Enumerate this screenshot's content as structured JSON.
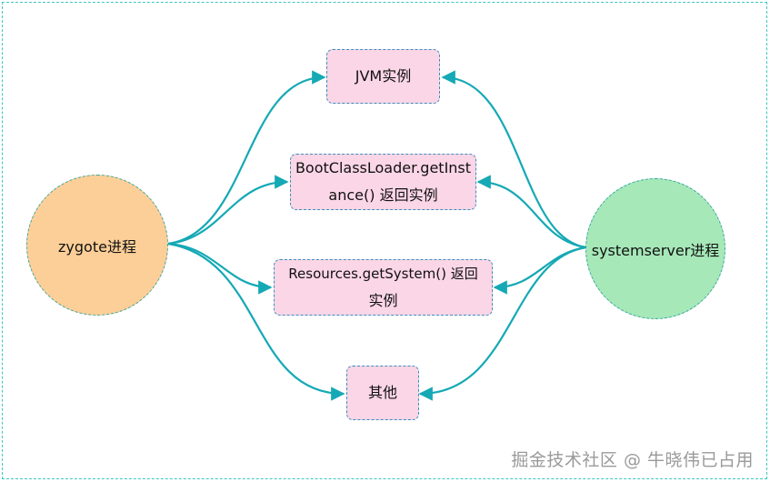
{
  "diagram": {
    "nodes": {
      "zygote": "zygote进程",
      "systemserver": "systemserver进程",
      "jvm": "JVM实例",
      "bootclassloader_line1": "BootClassLoader.getInst",
      "bootclassloader_line2": "ance() 返回实例",
      "resources_line1": "Resources.getSystem() 返回",
      "resources_line2": "实例",
      "other": "其他"
    },
    "edges": [
      {
        "from": "zygote",
        "to": "jvm"
      },
      {
        "from": "zygote",
        "to": "bootclassloader"
      },
      {
        "from": "zygote",
        "to": "resources"
      },
      {
        "from": "zygote",
        "to": "other"
      },
      {
        "from": "systemserver",
        "to": "jvm"
      },
      {
        "from": "systemserver",
        "to": "bootclassloader"
      },
      {
        "from": "systemserver",
        "to": "resources"
      },
      {
        "from": "systemserver",
        "to": "other"
      }
    ],
    "colors": {
      "zygote_fill": "#fdcf98",
      "systemserver_fill": "#a6e8b8",
      "box_fill": "#fbd6e6",
      "arrow": "#15a9b5",
      "frame": "#3cc6c0"
    }
  },
  "watermark": "掘金技术社区 @ 牛晓伟已占用"
}
